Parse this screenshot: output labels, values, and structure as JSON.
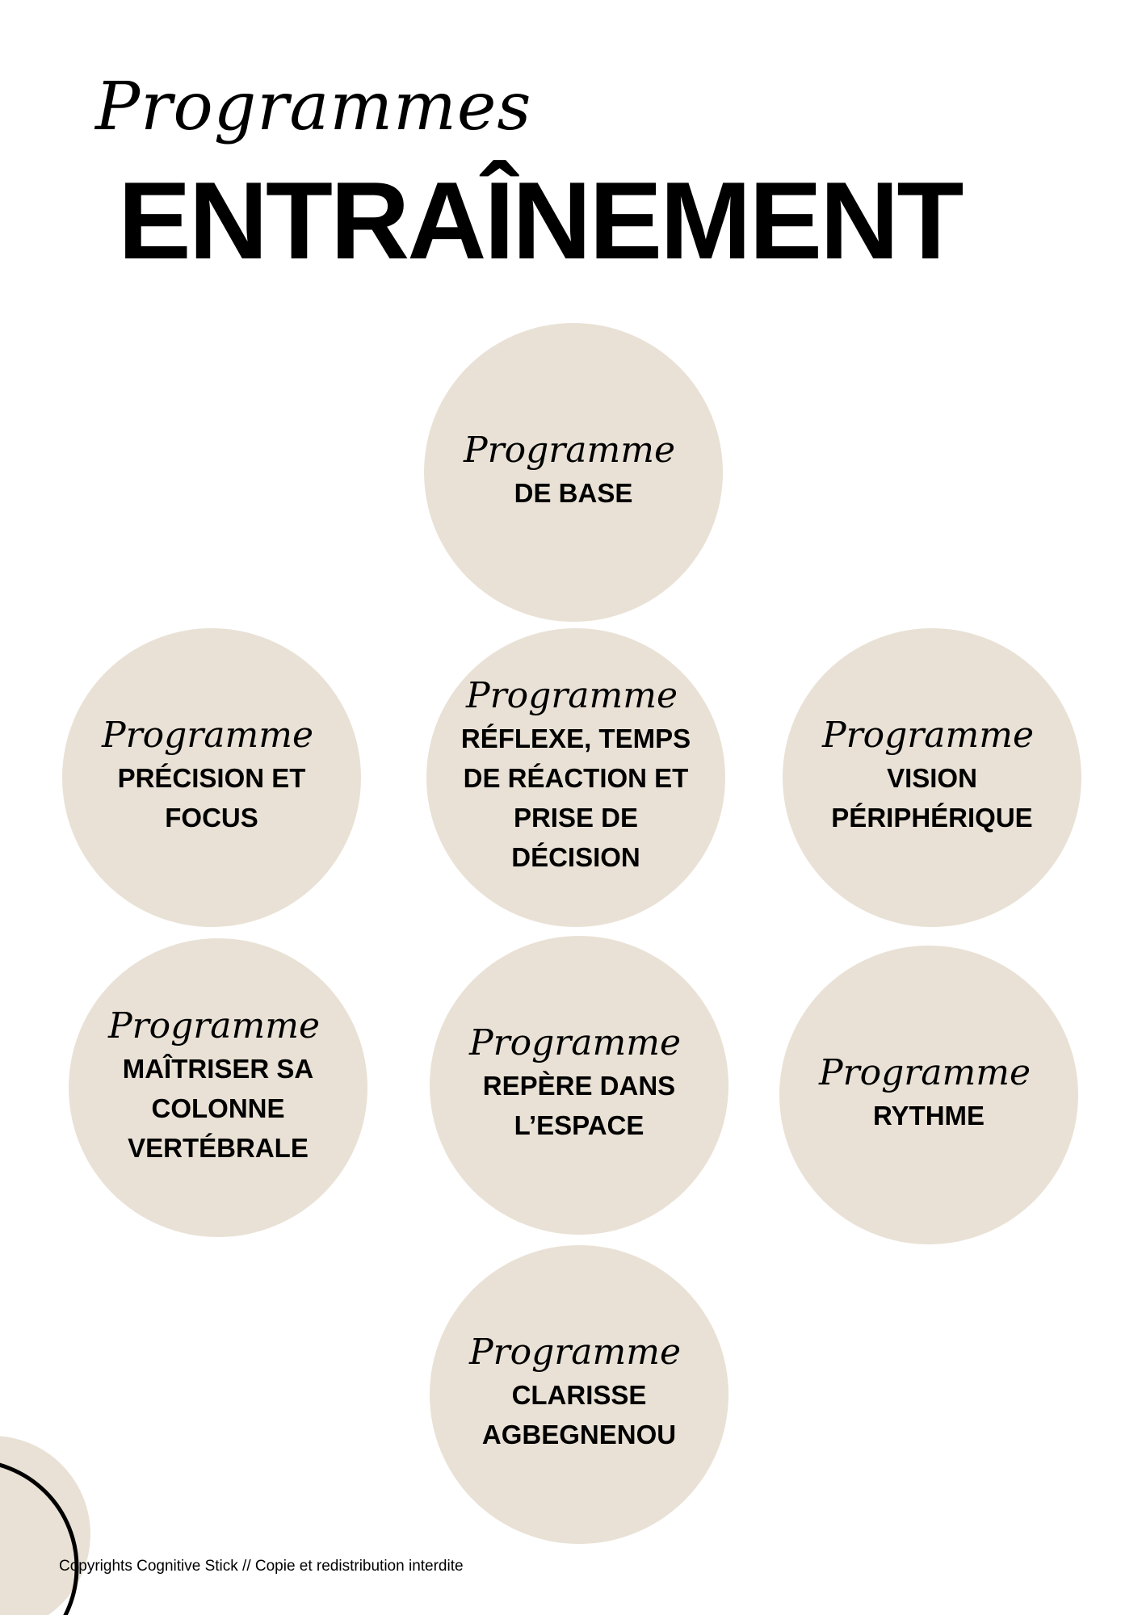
{
  "header": {
    "script_title": "Programmes",
    "main_title": "ENTRAÎNEMENT"
  },
  "programmes": [
    {
      "script": "Programme",
      "name": "DE BASE"
    },
    {
      "script": "Programme",
      "name": "PRÉCISION ET FOCUS"
    },
    {
      "script": "Programme",
      "name": "RÉFLEXE, TEMPS DE RÉACTION ET PRISE DE DÉCISION"
    },
    {
      "script": "Programme",
      "name": "VISION PÉRIPHÉRIQUE"
    },
    {
      "script": "Programme",
      "name": "MAÎTRISER SA COLONNE VERTÉBRALE"
    },
    {
      "script": "Programme",
      "name": "REPÈRE DANS L’ESPACE"
    },
    {
      "script": "Programme",
      "name": "RYTHME"
    },
    {
      "script": "Programme",
      "name": "CLARISSE AGBEGNENOU"
    }
  ],
  "footer": {
    "text": "Copyrights Cognitive Stick // Copie et redistribution interdite"
  },
  "colors": {
    "circle": "#e9e1d5",
    "text": "#000000",
    "background": "#ffffff"
  }
}
